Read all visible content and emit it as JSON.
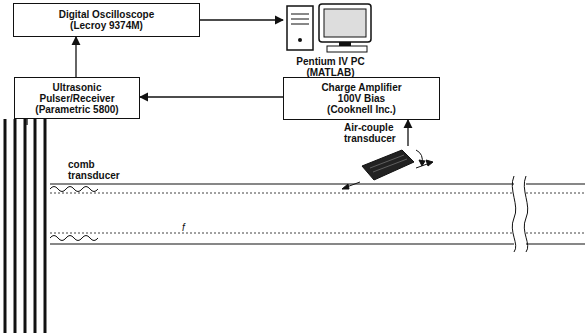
{
  "diagram": {
    "nodes": [
      {
        "text": [
          "Digital Oscilloscope",
          "(Lecroy 9374M)"
        ]
      },
      {
        "text": [
          "Pentium IV PC",
          "(MATLAB)"
        ]
      },
      {
        "text": [
          "Ultrasonic",
          "Pulser/Receiver",
          "(Parametric 5800)"
        ]
      },
      {
        "text": [
          "Charge Amplifier",
          "100V Bias",
          "(Cooknell Inc.)"
        ]
      },
      {
        "text": [
          "Air-couple transducer"
        ]
      },
      {
        "text": [
          "comb transducer"
        ]
      }
    ],
    "edges": [
      {
        "from": 2,
        "to": 0,
        "arrow": "to"
      },
      {
        "from": 0,
        "to": 1,
        "arrow": "to"
      },
      {
        "from": 3,
        "to": 2,
        "arrow": "to"
      },
      {
        "from": 4,
        "to": 3,
        "arrow": "to"
      },
      {
        "from": 5,
        "to": 2,
        "arrow": "none"
      }
    ],
    "labels": [
      "f"
    ]
  }
}
